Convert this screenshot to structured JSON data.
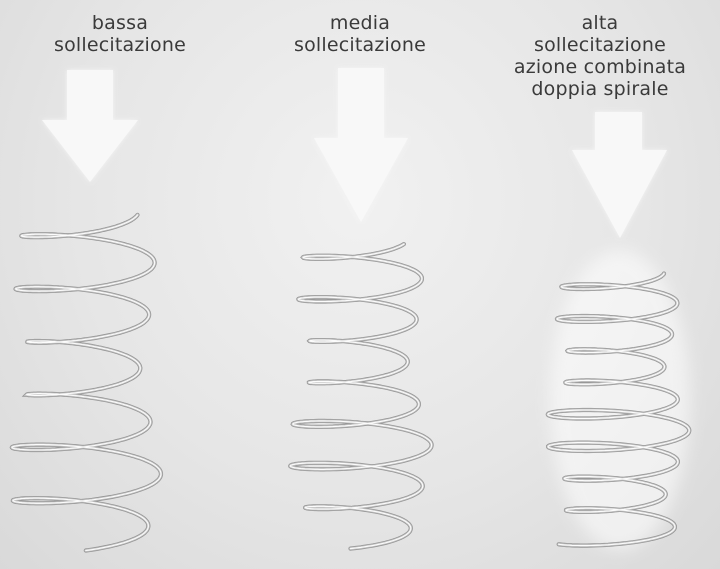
{
  "columns": [
    {
      "lines": [
        "bassa",
        "sollecitazione"
      ]
    },
    {
      "lines": [
        "media",
        "sollecitazione"
      ]
    },
    {
      "lines": [
        "alta",
        "sollecitazione",
        "azione combinata",
        "doppia spirale"
      ]
    }
  ],
  "colors": {
    "background": "#e6e6e6",
    "arrow": "#f7f7f7",
    "wire": "#9a9a9a",
    "wire_highlight": "#ffffff",
    "label_text": "#3a3a3a"
  }
}
